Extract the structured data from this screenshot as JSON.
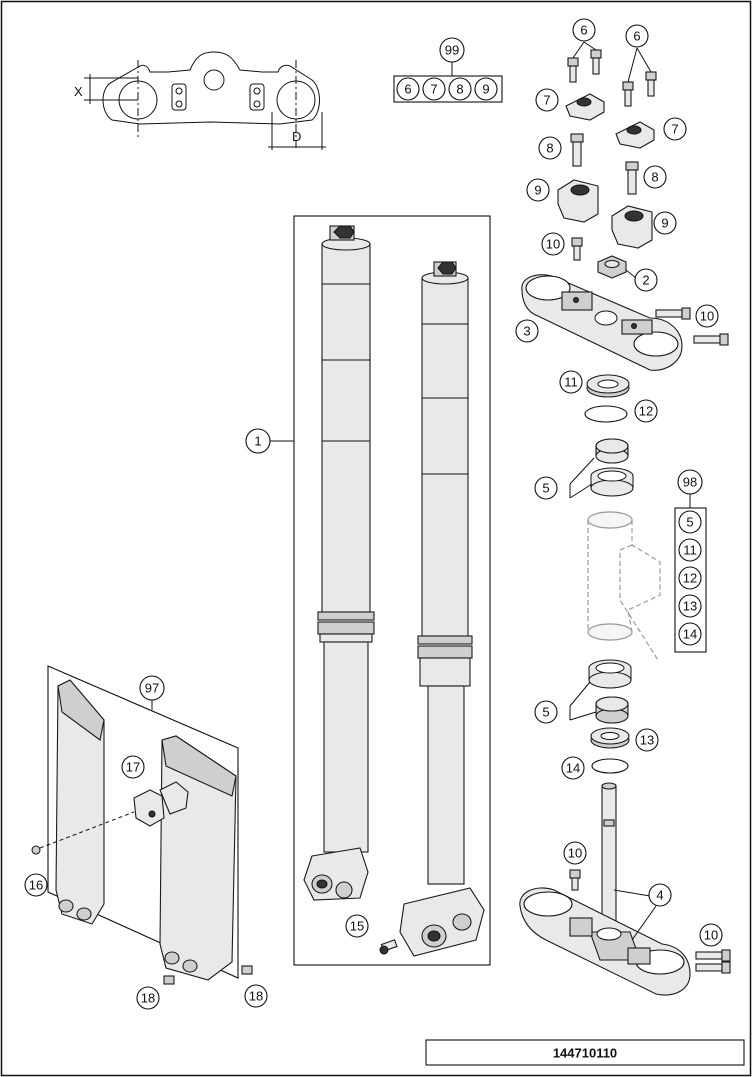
{
  "diagram": {
    "dimension_labels": {
      "x": "X",
      "d": "D"
    },
    "kit_99": {
      "number": "99",
      "contents": [
        "6",
        "7",
        "8",
        "9"
      ]
    },
    "kit_98": {
      "number": "98",
      "contents": [
        "5",
        "11",
        "12",
        "13",
        "14"
      ]
    },
    "callouts": {
      "c1": "1",
      "c2": "2",
      "c3": "3",
      "c4": "4",
      "c5a": "5",
      "c5b": "5",
      "c6a": "6",
      "c6b": "6",
      "c7a": "7",
      "c7b": "7",
      "c8a": "8",
      "c8b": "8",
      "c9a": "9",
      "c9b": "9",
      "c10a": "10",
      "c10b": "10",
      "c10c": "10",
      "c10d": "10",
      "c11": "11",
      "c12": "12",
      "c13": "13",
      "c14": "14",
      "c15": "15",
      "c16": "16",
      "c17": "17",
      "c18a": "18",
      "c18b": "18",
      "c97": "97"
    },
    "drawing_number": "144710110"
  }
}
